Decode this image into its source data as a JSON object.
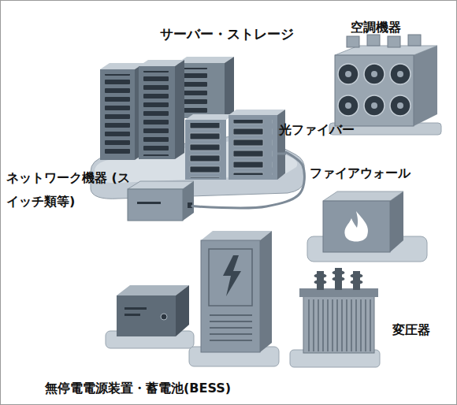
{
  "diagram": {
    "nodes": [
      {
        "text": [
          "サーバー・ストレージ"
        ]
      },
      {
        "text": [
          "空調機器"
        ]
      },
      {
        "text": [
          "ネットワーク機器 (スイッチ類等)"
        ]
      },
      {
        "text": [
          "ファイアウォール"
        ]
      },
      {
        "text": [
          "変圧器"
        ]
      },
      {
        "text": [
          "無停電電源装置・蓄電池(BESS)"
        ]
      }
    ],
    "edges": [
      {
        "from": 0,
        "to": 2,
        "label": "光ファイバー",
        "arrow": "none"
      }
    ]
  }
}
